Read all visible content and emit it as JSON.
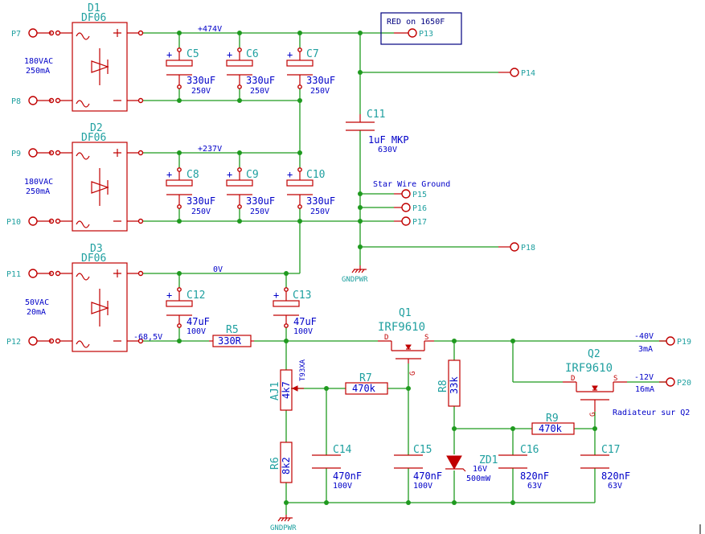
{
  "bridges": [
    {
      "ref": "D1",
      "value": "DF06",
      "input_rating": [
        "180VAC",
        "250mA"
      ]
    },
    {
      "ref": "D2",
      "value": "DF06",
      "input_rating": [
        "180VAC",
        "250mA"
      ]
    },
    {
      "ref": "D3",
      "value": "DF06",
      "input_rating": [
        "50VAC",
        "20mA"
      ]
    }
  ],
  "capacitors": [
    {
      "ref": "C5",
      "value": "330uF",
      "voltage": "250V"
    },
    {
      "ref": "C6",
      "value": "330uF",
      "voltage": "250V"
    },
    {
      "ref": "C7",
      "value": "330uF",
      "voltage": "250V"
    },
    {
      "ref": "C8",
      "value": "330uF",
      "voltage": "250V"
    },
    {
      "ref": "C9",
      "value": "330uF",
      "voltage": "250V"
    },
    {
      "ref": "C10",
      "value": "330uF",
      "voltage": "250V"
    },
    {
      "ref": "C11",
      "value": "1uF MKP",
      "voltage": "630V"
    },
    {
      "ref": "C12",
      "value": "47uF",
      "voltage": "100V"
    },
    {
      "ref": "C13",
      "value": "47uF",
      "voltage": "100V"
    },
    {
      "ref": "C14",
      "value": "470nF",
      "voltage": "100V"
    },
    {
      "ref": "C15",
      "value": "470nF",
      "voltage": "100V"
    },
    {
      "ref": "C16",
      "value": "820nF",
      "voltage": "63V"
    },
    {
      "ref": "C17",
      "value": "820nF",
      "voltage": "63V"
    }
  ],
  "resistors": [
    {
      "ref": "R5",
      "value": "330R"
    },
    {
      "ref": "R6",
      "value": "8k2"
    },
    {
      "ref": "R7",
      "value": "470k"
    },
    {
      "ref": "R8",
      "value": "33k"
    },
    {
      "ref": "R9",
      "value": "470k"
    },
    {
      "ref": "AJ1",
      "value": "4k7",
      "note": "T93XA"
    }
  ],
  "transistors": [
    {
      "ref": "Q1",
      "value": "IRF9610"
    },
    {
      "ref": "Q2",
      "value": "IRF9610"
    }
  ],
  "zener": {
    "ref": "ZD1",
    "value": "16V",
    "power": "500mW"
  },
  "nets": {
    "plus474": "+474V",
    "plus237": "+237V",
    "zero": "0V",
    "minus68": "-68,5V",
    "minus40": "-40V",
    "minus40_i": "3mA",
    "minus12": "-12V",
    "minus12_i": "16mA",
    "star": "Star Wire Ground",
    "red": "RED on 1650F",
    "radiator": "Radiateur sur Q2"
  },
  "ports": [
    "P7",
    "P8",
    "P9",
    "P10",
    "P11",
    "P12",
    "P13",
    "P14",
    "P15",
    "P16",
    "P17",
    "P18",
    "P19",
    "P20"
  ],
  "ground_labels": [
    "GNDPWR",
    "GNDPWR"
  ],
  "pin_labels": {
    "D": "D",
    "S": "S",
    "G": "G"
  },
  "colors": {
    "wire": "#1f9a1f",
    "component": "#c00000",
    "reference": "#20a0a0",
    "value": "#0000c8",
    "background": "#ffffff"
  }
}
